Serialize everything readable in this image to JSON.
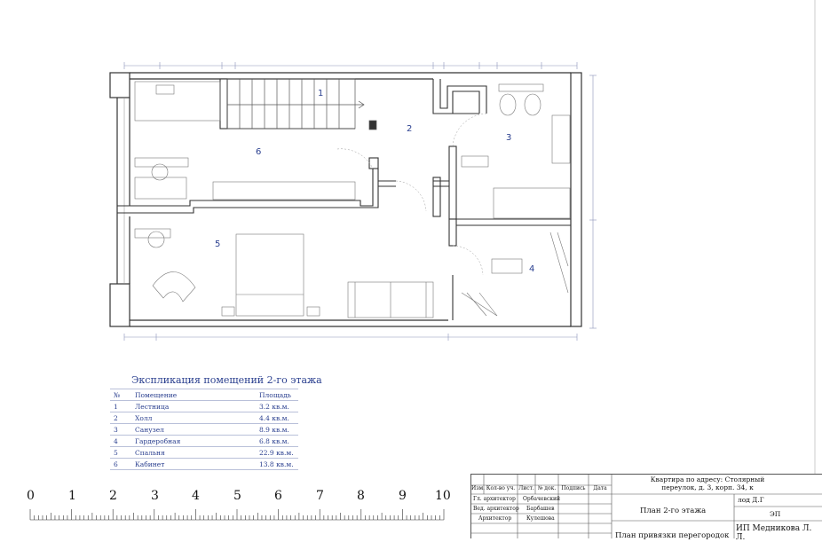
{
  "rooms": [
    {
      "num": "1",
      "name": "Лестница",
      "area": "3.2 кв.м."
    },
    {
      "num": "2",
      "name": "Холл",
      "area": "4.4 кв.м."
    },
    {
      "num": "3",
      "name": "Санузел",
      "area": "8.9 кв.м."
    },
    {
      "num": "4",
      "name": "Гардеробная",
      "area": "6.8 кв.м."
    },
    {
      "num": "5",
      "name": "Спальня",
      "area": "22.9 кв.м."
    },
    {
      "num": "6",
      "name": "Кабинет",
      "area": "13.8 кв.м."
    }
  ],
  "explication": {
    "title": "Экспликация помещений 2-го этажа",
    "col_num": "№",
    "col_room": "Помещение",
    "col_area": "Площадь"
  },
  "ruler": {
    "labels": [
      "0",
      "1",
      "2",
      "3",
      "4",
      "5",
      "6",
      "7",
      "8",
      "9",
      "10"
    ]
  },
  "stamp": {
    "headers": [
      "Изм.",
      "Кол-во уч.",
      "Лист.",
      "№ док.",
      "Подпись",
      "Дата"
    ],
    "roles": [
      {
        "role": "Гл. архитектор",
        "name": "Орбачевский"
      },
      {
        "role": "Вед. архитектор",
        "name": "Барбашев"
      },
      {
        "role": "Архитектор",
        "name": "Кулешова"
      }
    ],
    "address": "Квартира по адресу: Столярный переулок, д. 3, корп. 34, к",
    "sheet_title": "План 2-го этажа",
    "sheet_title_2": "План привязки перегородок",
    "code": "ЭП",
    "code_top": "лод Д.Г",
    "company": "ИП Медникова Л. Л."
  },
  "colors": {
    "plan_line": "#333333",
    "label_blue": "#2a3f8f",
    "dim_line": "#8a93b8"
  }
}
